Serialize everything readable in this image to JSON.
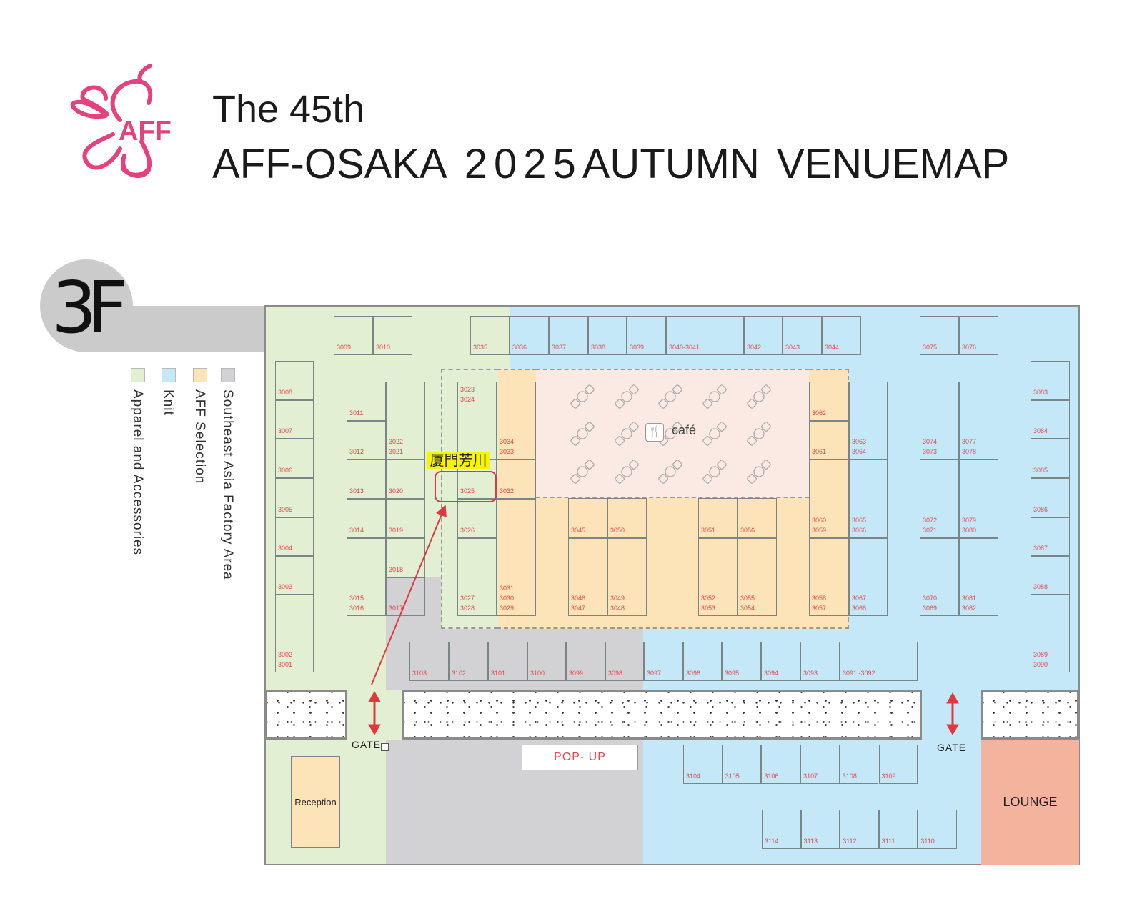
{
  "header": {
    "logo_text": "AFF",
    "title_line1": "The 45th",
    "title_line2_parts": [
      "AFF-OSAKA",
      "2025",
      "AUTUMN",
      "VENUEMAP"
    ],
    "logo_color": "#e6407f"
  },
  "floor": {
    "label": "3F"
  },
  "legend": [
    {
      "label": "Apparel and Accessories",
      "color": "#e3efd3"
    },
    {
      "label": "Knit",
      "color": "#c5e8f8"
    },
    {
      "label": "AFF Selection",
      "color": "#fde3b8"
    },
    {
      "label": "Southeast Asia Factory Area",
      "color": "#d2d2d4"
    }
  ],
  "colors": {
    "cafe": "#fbeae4",
    "lounge": "#f3b39d",
    "booth_label": "#e5484d",
    "highlight": "#f8f400",
    "marker": "#e0383e"
  },
  "map": {
    "cafe_label": "café",
    "cafe_icon": "fork-knife-icon",
    "highlight_label": "厦門芳川",
    "highlight_booth": "3025",
    "gate_left": "GATE",
    "gate_right": "GATE",
    "popup": "POP- UP",
    "reception": "Reception",
    "lounge": "LOUNGE"
  },
  "booths": [
    [
      "3009"
    ],
    [
      "3010"
    ],
    [
      "3035"
    ],
    [
      "3036"
    ],
    [
      "3037"
    ],
    [
      "3038"
    ],
    [
      "3039"
    ],
    [
      "3040-3041"
    ],
    [
      "3042"
    ],
    [
      "3043"
    ],
    [
      "3044"
    ],
    [
      "3075"
    ],
    [
      "3076"
    ],
    [
      "3008"
    ],
    [
      "3007"
    ],
    [
      "3006"
    ],
    [
      "3005"
    ],
    [
      "3004"
    ],
    [
      "3003"
    ],
    [
      "3002",
      "3001"
    ],
    [
      "3011"
    ],
    [
      "3012"
    ],
    [
      "3013"
    ],
    [
      "3014"
    ],
    [
      "3015",
      "3016"
    ],
    [
      "3022",
      "3021"
    ],
    [
      "3020"
    ],
    [
      "3019"
    ],
    [
      "3018"
    ],
    [
      "3017"
    ],
    [
      "3023",
      "3024"
    ],
    [
      "3025"
    ],
    [
      "3026"
    ],
    [
      "3027",
      "3028"
    ],
    [
      "3034",
      "3033"
    ],
    [
      "3032"
    ],
    [
      "3031",
      "3030",
      "3029"
    ],
    [
      "3045"
    ],
    [
      "3046",
      "3047"
    ],
    [
      "3050"
    ],
    [
      "3049",
      "3048"
    ],
    [
      "3051"
    ],
    [
      "3052",
      "3053"
    ],
    [
      "3056"
    ],
    [
      "3055",
      "3054"
    ],
    [
      "3062"
    ],
    [
      "3061"
    ],
    [
      "3060",
      "3059"
    ],
    [
      "3058",
      "3057"
    ],
    [
      "3063",
      "3064"
    ],
    [
      "3065",
      "3066"
    ],
    [
      "3067",
      "3068"
    ],
    [
      "3074",
      "3073"
    ],
    [
      "3072",
      "3071"
    ],
    [
      "3070",
      "3069"
    ],
    [
      "3077",
      "3078"
    ],
    [
      "3079",
      "3080"
    ],
    [
      "3081",
      "3082"
    ],
    [
      "3083"
    ],
    [
      "3084"
    ],
    [
      "3085"
    ],
    [
      "3086"
    ],
    [
      "3087"
    ],
    [
      "3088"
    ],
    [
      "3089",
      "3090"
    ],
    [
      "3103"
    ],
    [
      "3102"
    ],
    [
      "3101"
    ],
    [
      "3100"
    ],
    [
      "3099"
    ],
    [
      "3098"
    ],
    [
      "3097"
    ],
    [
      "3096"
    ],
    [
      "3095"
    ],
    [
      "3094"
    ],
    [
      "3093"
    ],
    [
      "3091 -3092"
    ],
    [
      "3104"
    ],
    [
      "3105"
    ],
    [
      "3106"
    ],
    [
      "3107"
    ],
    [
      "3108"
    ],
    [
      "3109"
    ],
    [
      "3114"
    ],
    [
      "3113"
    ],
    [
      "3112"
    ],
    [
      "3111"
    ],
    [
      "3110"
    ]
  ]
}
